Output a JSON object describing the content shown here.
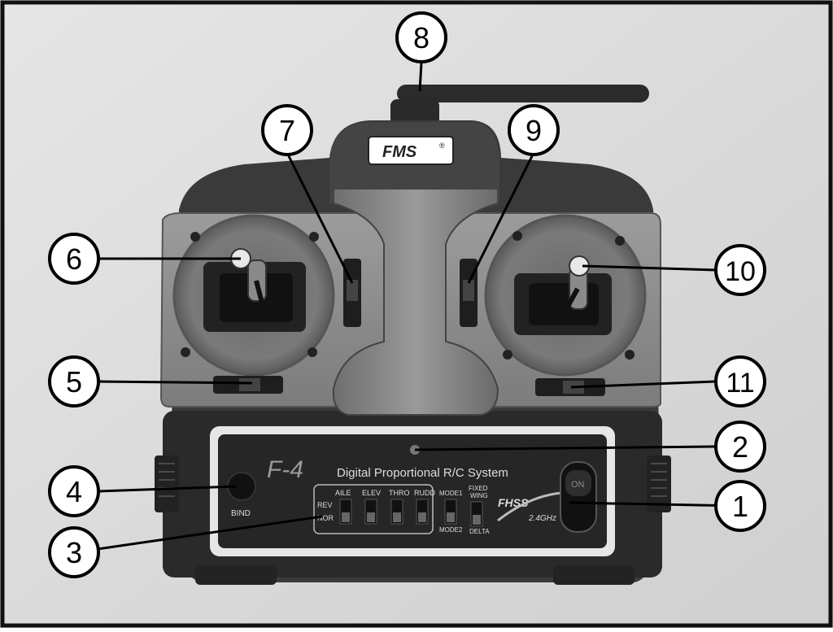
{
  "logo": {
    "brand_text": "FMS",
    "registered_mark": "®"
  },
  "panel": {
    "model_text": "F-4",
    "system_title": "Digital Proportional R/C System",
    "bind_label": "BIND",
    "rev_label": "REV",
    "nor_label": "NOR",
    "channel_labels": [
      "AILE",
      "ELEV",
      "THRO",
      "RUDD"
    ],
    "mode1_label": "MODE1",
    "mode2_label": "MODE2",
    "wing_top_label": "FIXED",
    "wing_top_label2": "WING",
    "wing_bottom_label": "DELTA",
    "fhss_label": "FHSS",
    "band_label": "2.4GHz",
    "power_label": "ON"
  },
  "callouts": [
    {
      "num": "1"
    },
    {
      "num": "2"
    },
    {
      "num": "3"
    },
    {
      "num": "4"
    },
    {
      "num": "5"
    },
    {
      "num": "6"
    },
    {
      "num": "7"
    },
    {
      "num": "8"
    },
    {
      "num": "9"
    },
    {
      "num": "10"
    },
    {
      "num": "11"
    }
  ],
  "colors": {
    "background": "#dcdcdc",
    "body": "#3a3a3a",
    "plate": "#8e8e8e",
    "outline": "#111111"
  }
}
